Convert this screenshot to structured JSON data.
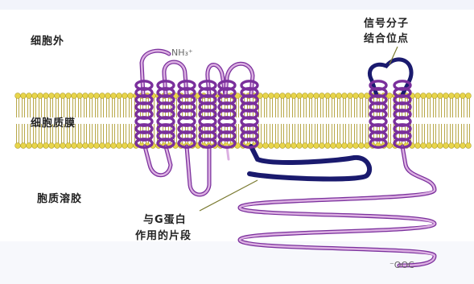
{
  "labels": {
    "extracellular": "细胞外",
    "membrane": "细胞质膜",
    "cytosol": "胞质溶胶",
    "n_terminus": "NH₃⁺",
    "signal_site_line1": "信号分子",
    "signal_site_line2": "结合位点",
    "g_protein_line1": "与G蛋白",
    "g_protein_line2": "作用的片段",
    "c_terminus": "⁻OOC"
  },
  "colors": {
    "membrane_head": "#e8d54a",
    "membrane_tail": "#a89632",
    "helix": "#7a2f9c",
    "chain": "#c98fd0",
    "binding_segment": "#1a1a6e",
    "pointer": "#7a7a30"
  }
}
